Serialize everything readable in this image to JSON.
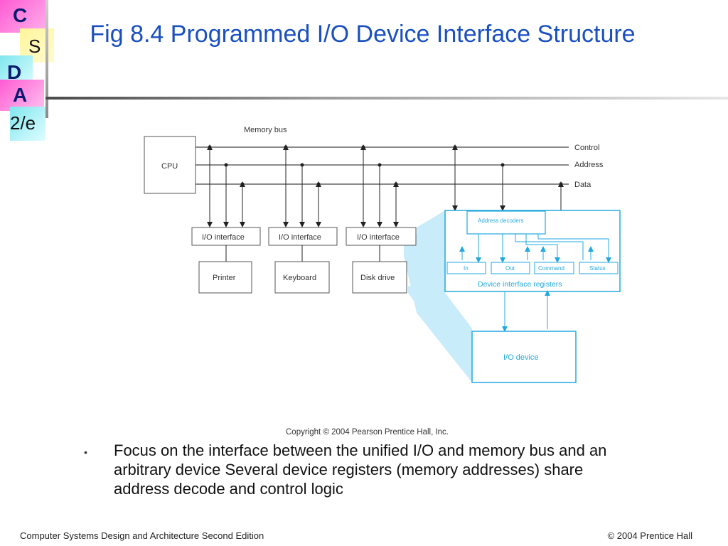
{
  "logo": {
    "c": "C",
    "s": "S",
    "d": "D",
    "a": "A",
    "edition": "2/e"
  },
  "title": "Fig 8.4  Programmed I/O Device Interface Structure",
  "diagram": {
    "memory_bus": "Memory bus",
    "cpu": "CPU",
    "bus_lines": [
      "Control",
      "Address",
      "Data"
    ],
    "interfaces": [
      "I/O interface",
      "I/O interface",
      "I/O interface"
    ],
    "devices": [
      "Printer",
      "Keyboard",
      "Disk drive"
    ],
    "address_decoders": "Address decoders",
    "registers": [
      "In",
      "Out",
      "Command",
      "Status"
    ],
    "registers_label": "Device interface registers",
    "io_device": "I/O device",
    "copyright": "Copyright © 2004 Pearson Prentice Hall, Inc."
  },
  "bullet": "Focus on the interface between the unified I/O and memory bus and an arbitrary device Several device registers (memory addresses) share address decode and control logic",
  "footer": {
    "left": "Computer Systems Design and Architecture Second Edition",
    "right": "© 2004 Prentice Hall"
  },
  "colors": {
    "title": "#1a4fc0",
    "diagram_blue": "#22a8e0",
    "zoom_fill": "#c9ecfa"
  }
}
